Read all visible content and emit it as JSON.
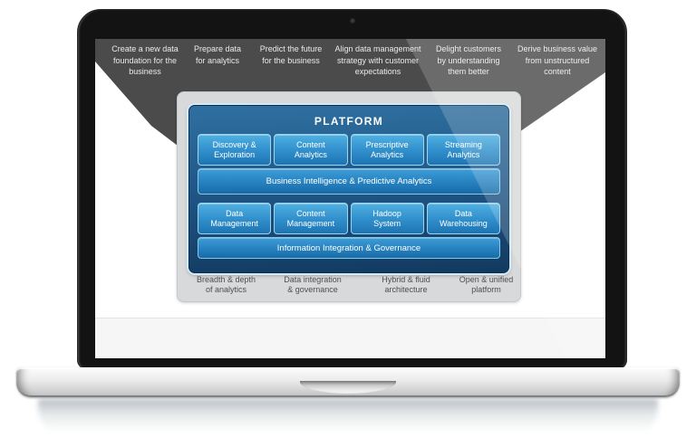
{
  "top_banner": {
    "labels": [
      "Create a new data\nfoundation for the\nbusiness",
      "Prepare data\nfor analytics",
      "Predict the future\nfor the business",
      "Align data management\nstrategy with customer\nexpectations",
      "Delight customers\nby understanding\nthem better",
      "Derive business value\nfrom unstructured\ncontent"
    ]
  },
  "platform": {
    "title": "PLATFORM",
    "analytics_tiles": [
      "Discovery &\nExploration",
      "Content\nAnalytics",
      "Prescriptive\nAnalytics",
      "Streaming\nAnalytics"
    ],
    "analytics_banner": "Business Intelligence & Predictive Analytics",
    "data_tiles": [
      "Data\nManagement",
      "Content\nManagement",
      "Hadoop\nSystem",
      "Data\nWarehousing"
    ],
    "governance_banner": "Information Integration & Governance"
  },
  "bottom_labels": [
    "Breadth & depth\nof analytics",
    "Data integration\n& governance",
    "Hybrid & fluid\narchitecture",
    "Open & unified\nplatform"
  ],
  "colors": {
    "funnel_gray": "#4b4b4b",
    "panel_gray": "#d8d9da",
    "box_navy": "#1f5586",
    "tile_blue": "#2f8ecb",
    "banner_blue": "#2681bf"
  }
}
